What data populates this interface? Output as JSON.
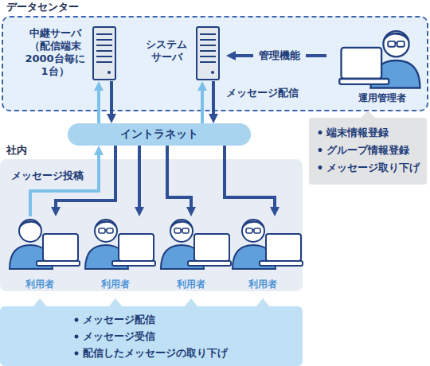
{
  "diagram": {
    "nodes": [
      {
        "text": [
          "データセンター"
        ]
      },
      {
        "text": [
          "中継サーバ （配信端末 2000台毎に 1台）"
        ],
        "in": 0
      },
      {
        "text": [
          "システム サーバ"
        ],
        "in": 0
      },
      {
        "text": [
          "運用管理者"
        ],
        "in": 0
      },
      {
        "text": [
          "端末情報登録",
          "グループ情報登録",
          "メッセージ取り下げ"
        ]
      },
      {
        "text": [
          "イントラネット"
        ]
      },
      {
        "text": [
          "社内"
        ]
      },
      {
        "text": [
          "利用者"
        ],
        "in": 6
      },
      {
        "text": [
          "利用者"
        ],
        "in": 6
      },
      {
        "text": [
          "利用者"
        ],
        "in": 6
      },
      {
        "text": [
          "利用者"
        ],
        "in": 6
      },
      {
        "text": [
          "メッセージ配信",
          "メッセージ受信",
          "配信したメッセージの取り下げ"
        ]
      }
    ],
    "edges": [
      {
        "from": 3,
        "to": 2,
        "arrow": "to",
        "label": "管理機能"
      },
      {
        "from": 5,
        "to": 1,
        "arrow": "to"
      },
      {
        "from": 1,
        "to": 5,
        "arrow": "to"
      },
      {
        "from": 5,
        "to": 2,
        "arrow": "to"
      },
      {
        "from": 2,
        "to": 5,
        "arrow": "to",
        "label": "メッセージ配信"
      },
      {
        "from": 5,
        "to": 7,
        "arrow": "to"
      },
      {
        "from": 5,
        "to": 8,
        "arrow": "to"
      },
      {
        "from": 5,
        "to": 9,
        "arrow": "to"
      },
      {
        "from": 5,
        "to": 10,
        "arrow": "to"
      },
      {
        "from": 7,
        "to": 5,
        "arrow": "to",
        "label": "メッセージ投稿"
      }
    ]
  }
}
